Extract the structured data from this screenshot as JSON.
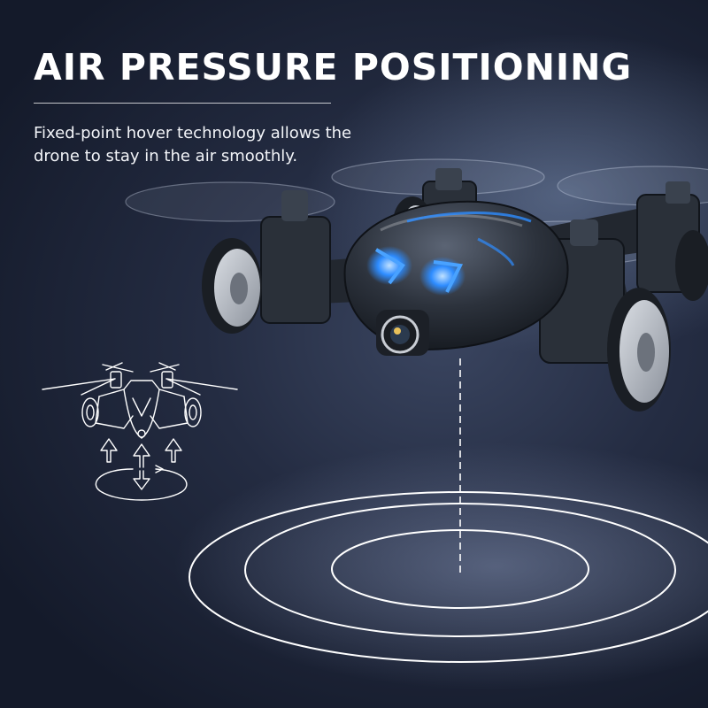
{
  "headline": "AIR PRESSURE POSITIONING",
  "description": {
    "line1": "Fixed-point hover technology allows the",
    "line2": "drone to stay in the air smoothly."
  },
  "icons": {
    "drone": "quadcopter-drone-icon",
    "diagram": "drone-outline-diagram-icon",
    "lift": "up-arrow-icon",
    "hold": "up-down-arrow-icon",
    "rings": "air-pressure-ring-icon"
  },
  "colors": {
    "background": "#1b2236",
    "text": "#ffffff",
    "led": "#2d8cff"
  }
}
